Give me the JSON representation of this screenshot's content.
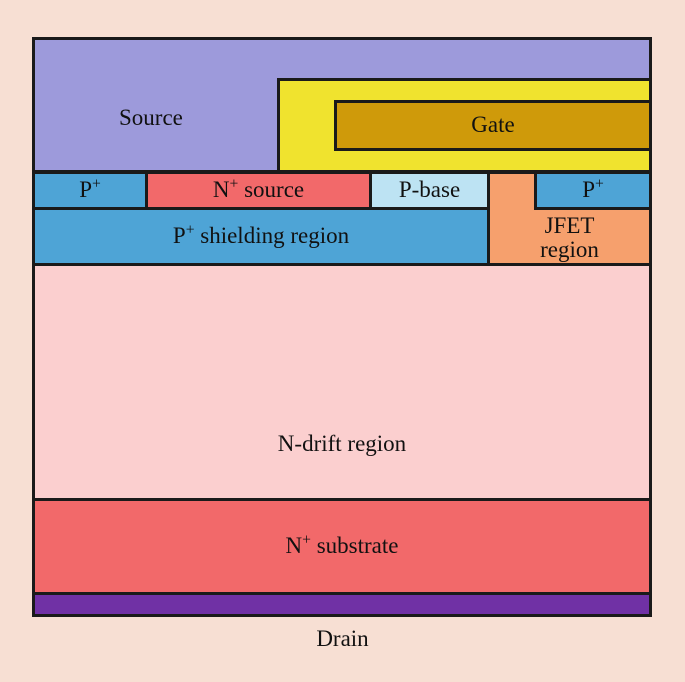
{
  "diagram": {
    "regions": {
      "source": {
        "label": "Source",
        "color": "#9d9adb"
      },
      "gate_oxide": {
        "label": "",
        "color": "#f0e32e"
      },
      "gate": {
        "label": "Gate",
        "color": "#cf9a0a"
      },
      "p_plus_left": {
        "label": "P",
        "sup": "+",
        "color": "#4ea4d6"
      },
      "n_plus_source": {
        "label": "N",
        "sup": "+",
        "suffix": " source",
        "color": "#f2696a"
      },
      "p_base": {
        "label": "P-base",
        "color": "#bde3f3"
      },
      "jfet": {
        "label": "JFET",
        "label2": "region",
        "color": "#f6a06d"
      },
      "p_plus_right": {
        "label": "P",
        "sup": "+",
        "color": "#4ea4d6"
      },
      "p_shielding": {
        "label": "P",
        "sup": "+",
        "suffix": " shielding region",
        "color": "#4ea4d6"
      },
      "n_drift": {
        "label": "N-drift region",
        "color": "#fbcfcf"
      },
      "n_substrate": {
        "label": "N",
        "sup": "+",
        "suffix": " substrate",
        "color": "#f2696a"
      },
      "drain_metal": {
        "label": "",
        "color": "#7031a5"
      }
    },
    "drain_label": "Drain",
    "background": "#f7dfd3"
  }
}
